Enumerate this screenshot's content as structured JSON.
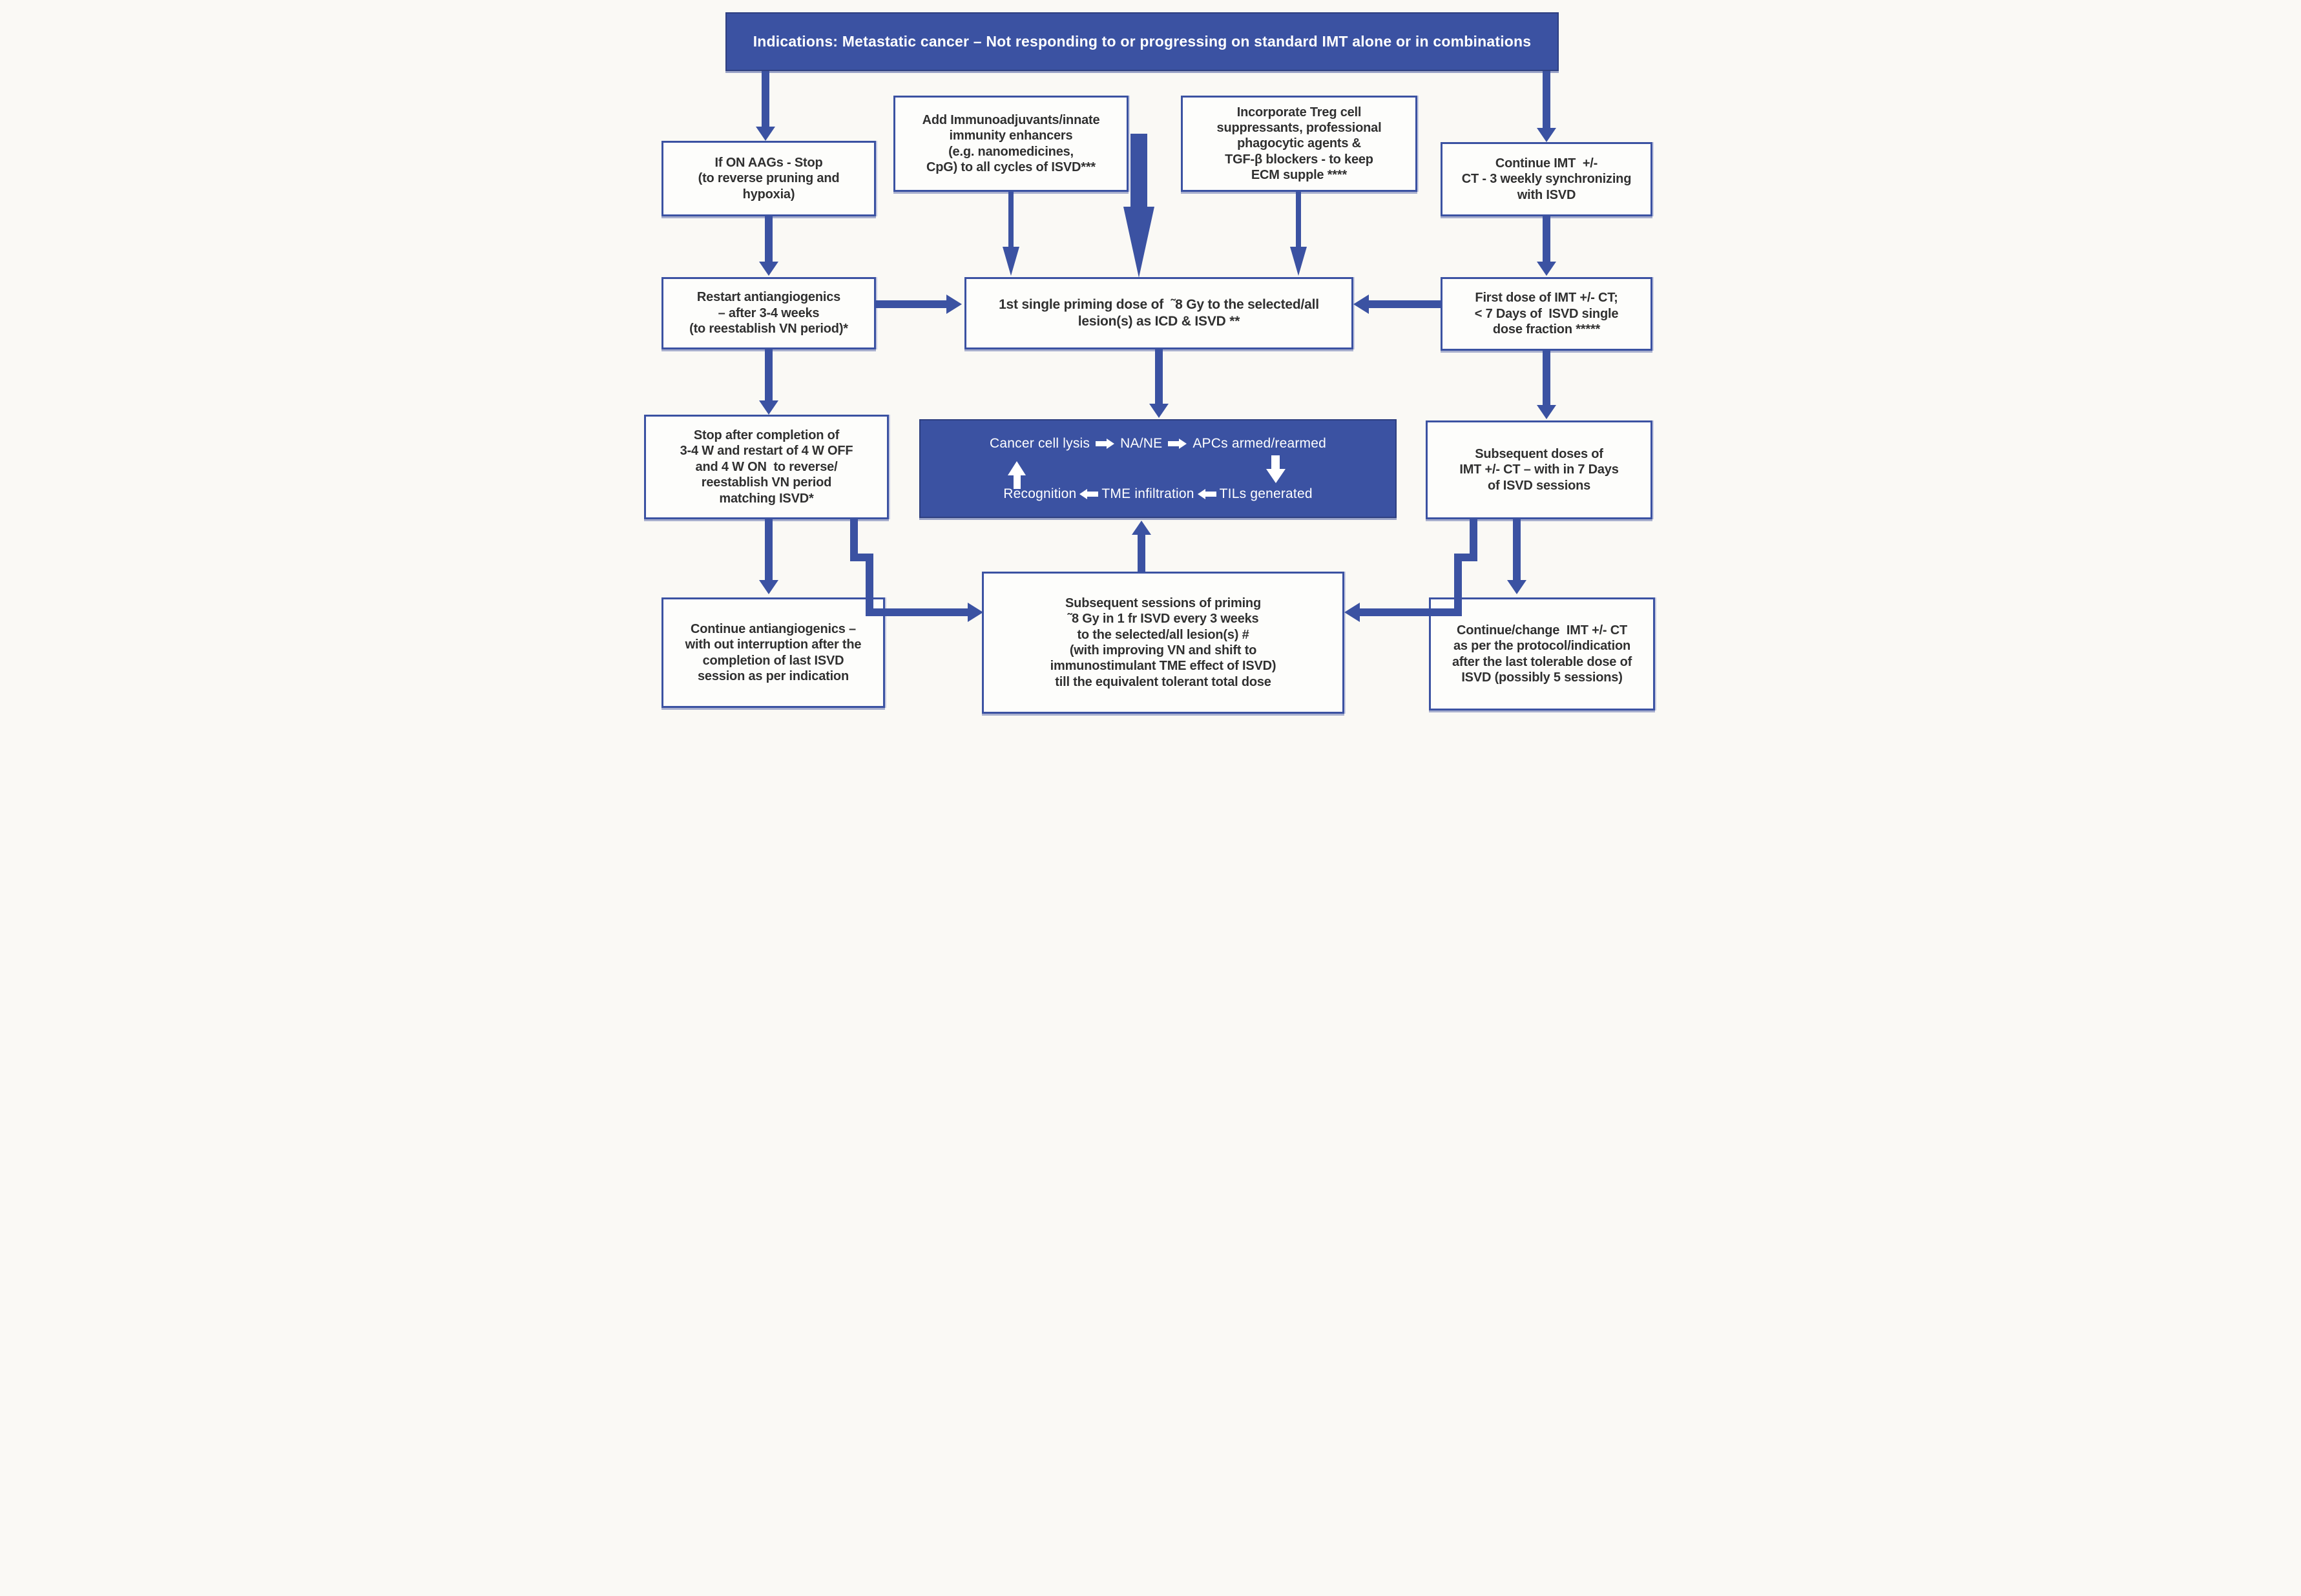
{
  "colors": {
    "blue": "#3b52a2",
    "blue_dark": "#2e3f80",
    "box_background": "#fdfdfb",
    "text": "#303030",
    "page_background": "#faf9f5",
    "cycle_text": "#ffffff"
  },
  "banner": {
    "text": "Indications: Metastatic cancer – Not responding to or progressing on standard IMT  alone or in combinations"
  },
  "boxes": {
    "aags": {
      "text": "If ON AAGs - Stop\n(to reverse pruning and\nhypoxia)"
    },
    "immuno": {
      "text": "Add Immunoadjuvants/innate\nimmunity enhancers\n(e.g. nanomedicines,\nCpG) to all cycles of ISVD***"
    },
    "treg": {
      "text": "Incorporate Treg cell\nsuppressants, professional\nphagocytic agents &\nTGF-β blockers - to keep\nECM supple ****"
    },
    "continue_imt": {
      "text": "Continue IMT  +/-\nCT - 3 weekly synchronizing\nwith ISVD"
    },
    "restart": {
      "text": "Restart antiangiogenics\n– after 3-4 weeks\n(to reestablish VN period)*"
    },
    "priming": {
      "text": "1st single priming dose of  ˜8 Gy to the selected/all\nlesion(s) as ICD & ISVD **"
    },
    "first_dose": {
      "text": "First dose of IMT +/- CT;\n< 7 Days of  ISVD single\ndose fraction *****"
    },
    "stop": {
      "text": "Stop after completion of\n3-4 W and restart of 4 W OFF\nand 4 W ON  to reverse/\nreestablish VN period\nmatching ISVD*"
    },
    "subs_doses": {
      "text": "Subsequent doses of\nIMT +/- CT – with in 7 Days\nof ISVD sessions"
    },
    "cont_anti": {
      "text": "Continue antiangiogenics –\nwith out interruption after the\ncompletion of last ISVD\nsession as per indication"
    },
    "subs_sessions": {
      "text": "Subsequent sessions of priming\n˜8 Gy in 1 fr ISVD every 3 weeks\nto the selected/all lesion(s) #\n(with improving VN and shift to\nimmunostimulant TME effect of ISVD)\ntill the equivalent tolerant total dose"
    },
    "cont_change": {
      "text": "Continue/change  IMT +/- CT\nas per the protocol/indication\nafter the last tolerable dose of\nISVD (possibly 5 sessions)"
    }
  },
  "cycle": {
    "row1": [
      "Cancer cell lysis",
      "NA/NE",
      "APCs armed/rearmed"
    ],
    "row2": [
      "Recognition",
      "TME infiltration",
      "TILs generated"
    ]
  }
}
